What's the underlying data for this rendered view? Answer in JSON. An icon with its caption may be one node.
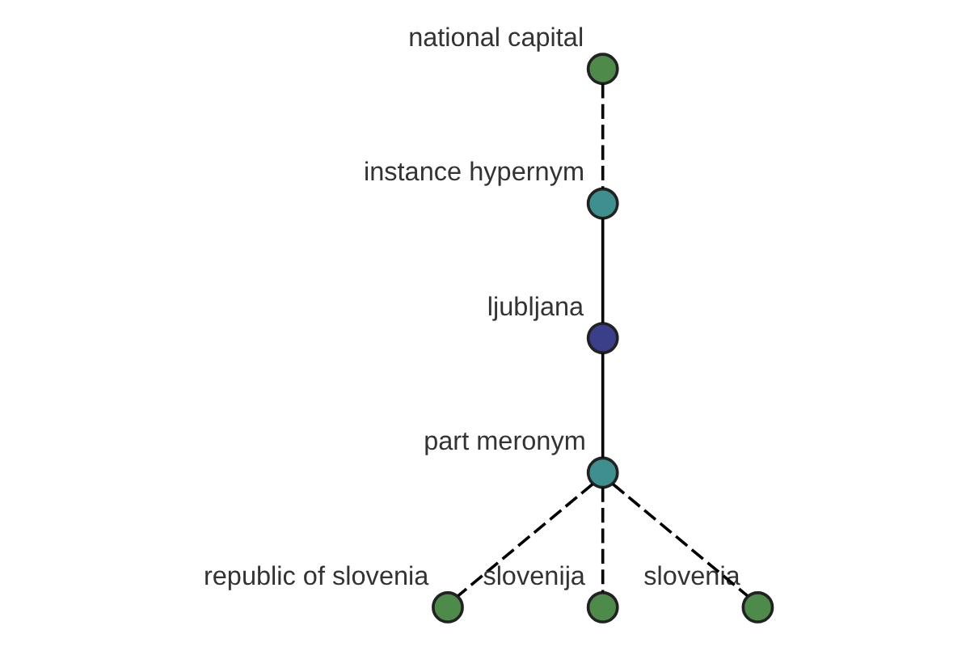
{
  "diagram": {
    "nodes": [
      {
        "text": [
          "national capital"
        ]
      },
      {
        "text": [
          "instance hypernym"
        ]
      },
      {
        "text": [
          "ljubljana"
        ]
      },
      {
        "text": [
          "part meronym"
        ]
      },
      {
        "text": [
          "republic of slovenia"
        ]
      },
      {
        "text": [
          "slovenija"
        ]
      },
      {
        "text": [
          "slovenia"
        ]
      }
    ],
    "edges": [
      {
        "from": 0,
        "to": 1,
        "arrow": "none",
        "style": "dashed"
      },
      {
        "from": 1,
        "to": 2,
        "arrow": "none"
      },
      {
        "from": 2,
        "to": 3,
        "arrow": "none"
      },
      {
        "from": 3,
        "to": 4,
        "arrow": "none",
        "style": "dashed"
      },
      {
        "from": 3,
        "to": 5,
        "arrow": "none",
        "style": "dashed"
      },
      {
        "from": 3,
        "to": 6,
        "arrow": "none",
        "style": "dashed"
      }
    ]
  }
}
